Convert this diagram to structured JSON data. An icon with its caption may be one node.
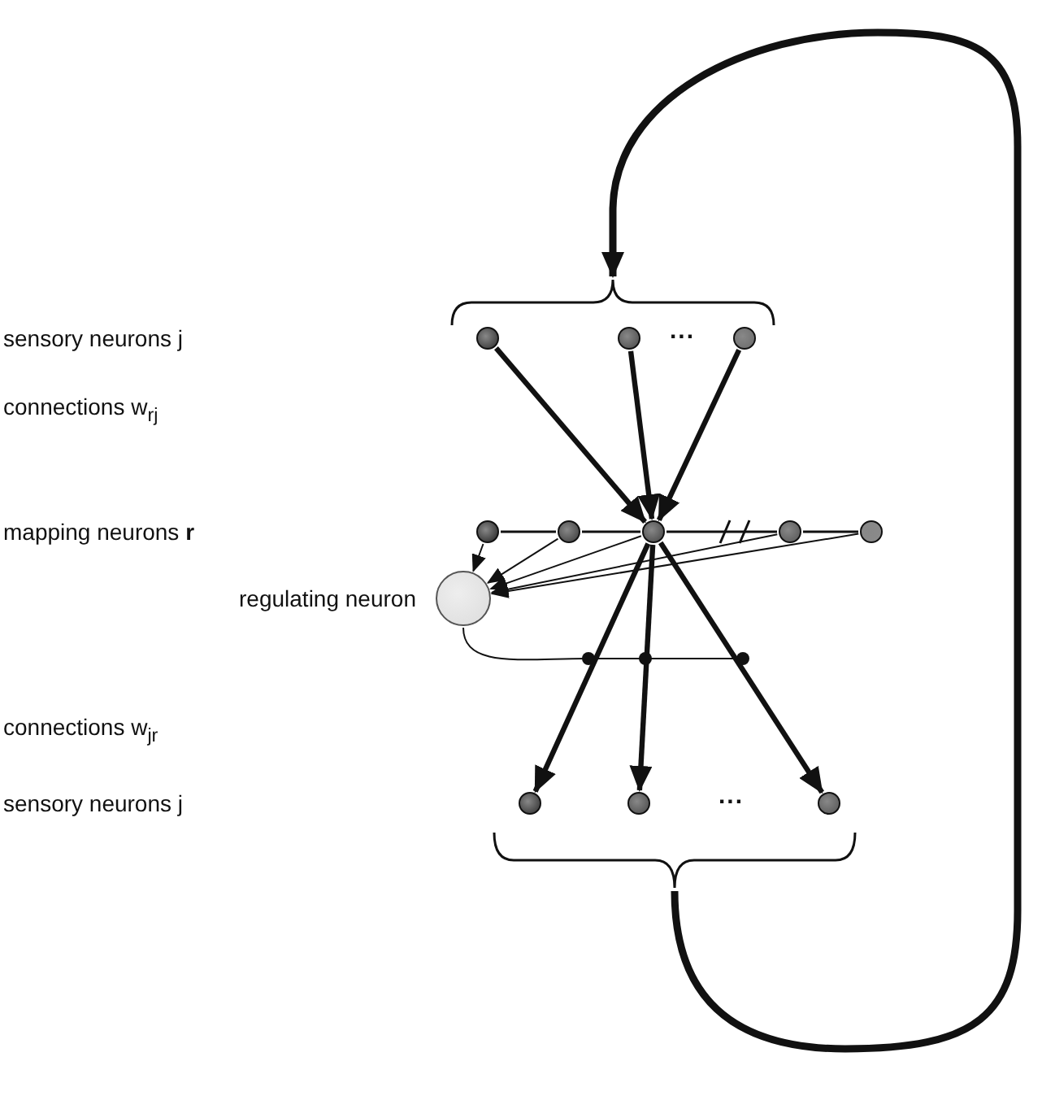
{
  "diagram": {
    "nodes": [
      {
        "text": [],
        "shape": "circle"
      },
      {
        "text": [],
        "shape": "circle"
      },
      {
        "text": [],
        "shape": "circle"
      },
      {
        "text": [],
        "shape": "circle"
      },
      {
        "text": [],
        "shape": "circle"
      },
      {
        "text": [],
        "shape": "circle"
      },
      {
        "text": [],
        "shape": "circle"
      },
      {
        "text": [],
        "shape": "circle"
      },
      {
        "text": [],
        "shape": "circle",
        "beside": [
          "regulating neuron"
        ]
      },
      {
        "text": [],
        "shape": "circle"
      },
      {
        "text": [],
        "shape": "circle"
      },
      {
        "text": [],
        "shape": "circle"
      },
      {
        "text": [],
        "shape": "bracket"
      },
      {
        "text": [],
        "shape": "bracket"
      }
    ],
    "edges": [
      {
        "from": 0,
        "to": 5,
        "arrow": "to",
        "style": "thick"
      },
      {
        "from": 1,
        "to": 5,
        "arrow": "to",
        "style": "thick"
      },
      {
        "from": 2,
        "to": 5,
        "arrow": "to",
        "style": "thick"
      },
      {
        "from": 3,
        "to": 4,
        "arrow": "none"
      },
      {
        "from": 4,
        "to": 5,
        "arrow": "none"
      },
      {
        "from": 5,
        "to": 6,
        "arrow": "none"
      },
      {
        "from": 6,
        "to": 7,
        "arrow": "none"
      },
      {
        "from": 3,
        "to": 8,
        "arrow": "to"
      },
      {
        "from": 4,
        "to": 8,
        "arrow": "to"
      },
      {
        "from": 5,
        "to": 8,
        "arrow": "to"
      },
      {
        "from": 6,
        "to": 8,
        "arrow": "to"
      },
      {
        "from": 7,
        "to": 8,
        "arrow": "to"
      },
      {
        "from": 5,
        "to": 9,
        "arrow": "to",
        "style": "thick"
      },
      {
        "from": 5,
        "to": 10,
        "arrow": "to",
        "style": "thick"
      },
      {
        "from": 5,
        "to": 11,
        "arrow": "to",
        "style": "thick"
      },
      {
        "from": 8,
        "to": null,
        "arrow": "other"
      },
      {
        "from": 13,
        "to": 12,
        "arrow": "to",
        "style": "thick"
      }
    ],
    "labels": [
      "sensory neurons j",
      "...",
      "connections w$_{rj}$",
      "mapping neurons **r**",
      "connections w$_{jr}$",
      "sensory neurons j",
      "..."
    ]
  }
}
